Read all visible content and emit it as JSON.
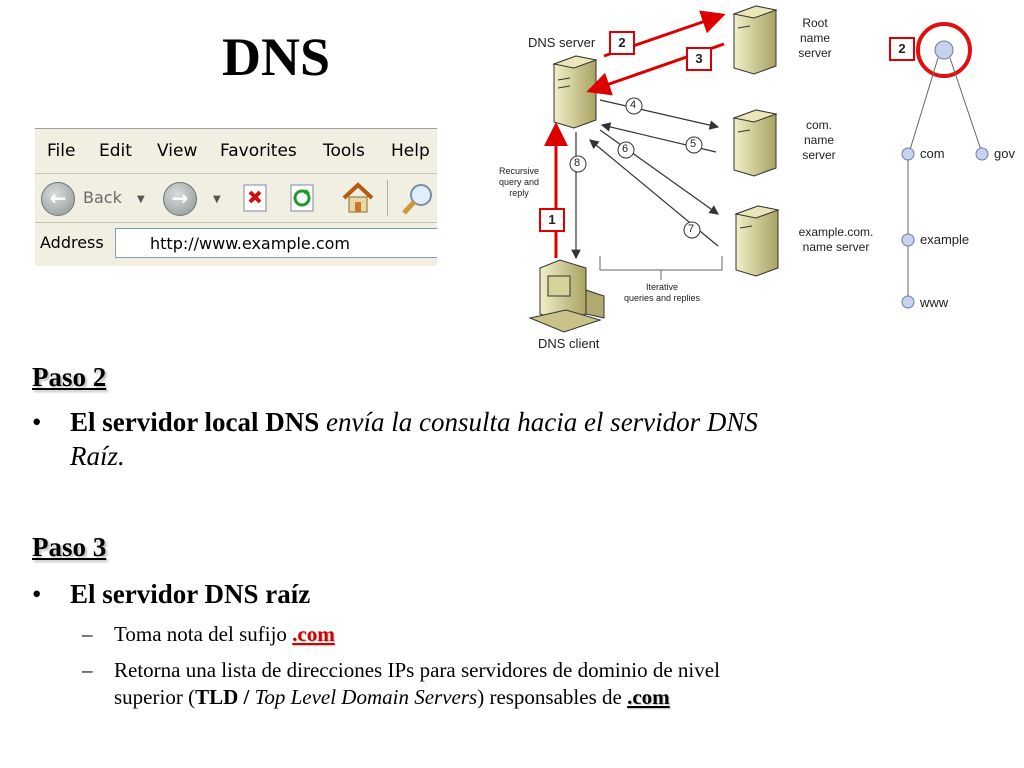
{
  "slide": {
    "title": "DNS"
  },
  "browser": {
    "menu": [
      "File",
      "Edit",
      "View",
      "Favorites",
      "Tools",
      "Help"
    ],
    "back_label": "Back",
    "address_label": "Address",
    "address_value": "http://www.example.com"
  },
  "diagram": {
    "dns_server_label": "DNS server",
    "root_server_label": [
      "Root",
      "name",
      "server"
    ],
    "com_server_label": [
      "com.",
      "name",
      "server"
    ],
    "example_server_label": [
      "example.com.",
      "name server"
    ],
    "dns_client_label": "DNS client",
    "recursive_label": [
      "Recursive",
      "query and",
      "reply"
    ],
    "iterative_label": [
      "Iterative",
      "queries and replies"
    ],
    "step_markers": [
      "4",
      "5",
      "6",
      "7",
      "8"
    ],
    "red_steps": [
      "2",
      "3",
      "1"
    ],
    "tree_step": "2",
    "tree_nodes": [
      "com",
      "gov",
      "example",
      "www"
    ]
  },
  "content": {
    "paso2_heading": "Paso 2",
    "paso2_bold": "El servidor local DNS",
    "paso2_italic": "envía la consulta hacia el servidor DNS",
    "paso2_italic_cont": "Raíz.",
    "paso3_heading": "Paso 3",
    "paso3_bold": "El servidor DNS raíz",
    "sub1_text": "Toma nota del sufijo",
    "sub1_red": ".com",
    "sub2_line1": "Retorna una lista de direcciones IPs para servidores de dominio de nivel",
    "sub2_pre": "superior (",
    "sub2_bold": "TLD /",
    "sub2_italic": "Top Level Domain Servers",
    "sub2_post": ") responsables de",
    "sub2_end": ".com",
    "bullet_char": "•",
    "dash_char": "–"
  },
  "colors": {
    "accent_red": "#d00000",
    "server_fill": "#c9c38a"
  }
}
